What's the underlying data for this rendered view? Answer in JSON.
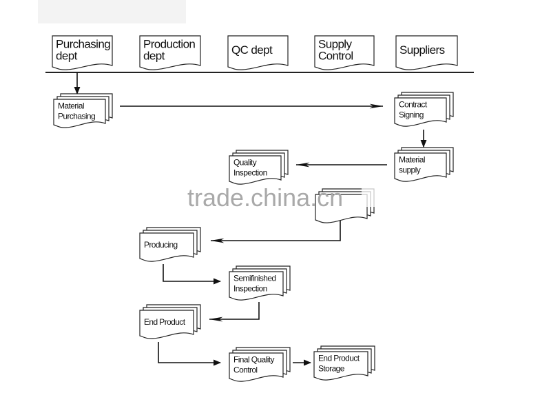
{
  "departments": [
    {
      "id": "purchasing",
      "lines": [
        "Purchasing",
        "dept"
      ]
    },
    {
      "id": "production",
      "lines": [
        "Production",
        "dept"
      ]
    },
    {
      "id": "qc",
      "lines": [
        "QC dept"
      ]
    },
    {
      "id": "supply-control",
      "lines": [
        "Supply",
        "Control"
      ]
    },
    {
      "id": "suppliers",
      "lines": [
        "Suppliers"
      ]
    }
  ],
  "steps": [
    {
      "id": "material-purchasing",
      "lines": [
        "Material",
        "Purchasing"
      ]
    },
    {
      "id": "contract-signing",
      "lines": [
        "Contract",
        "Signing"
      ]
    },
    {
      "id": "material-supply",
      "lines": [
        "Material",
        "supply"
      ]
    },
    {
      "id": "quality-inspection",
      "lines": [
        "Quality",
        "Inspection"
      ]
    },
    {
      "id": "hidden-step",
      "lines": []
    },
    {
      "id": "producing",
      "lines": [
        "Producing"
      ]
    },
    {
      "id": "semifinished-inspection",
      "lines": [
        "Semifinished",
        "Inspection"
      ]
    },
    {
      "id": "end-product",
      "lines": [
        "End Product"
      ]
    },
    {
      "id": "final-quality-control",
      "lines": [
        "Final Quality",
        "Control"
      ]
    },
    {
      "id": "end-product-storage",
      "lines": [
        "End Product",
        "Storage"
      ]
    }
  ],
  "flows": [
    {
      "from": "purchasing",
      "to": "material-purchasing"
    },
    {
      "from": "material-purchasing",
      "to": "contract-signing"
    },
    {
      "from": "contract-signing",
      "to": "material-supply"
    },
    {
      "from": "material-supply",
      "to": "quality-inspection"
    },
    {
      "from": "hidden-step",
      "to": "producing"
    },
    {
      "from": "producing",
      "to": "semifinished-inspection"
    },
    {
      "from": "semifinished-inspection",
      "to": "end-product"
    },
    {
      "from": "end-product",
      "to": "final-quality-control"
    },
    {
      "from": "final-quality-control",
      "to": "end-product-storage"
    }
  ],
  "watermark": "trade.china.cn"
}
